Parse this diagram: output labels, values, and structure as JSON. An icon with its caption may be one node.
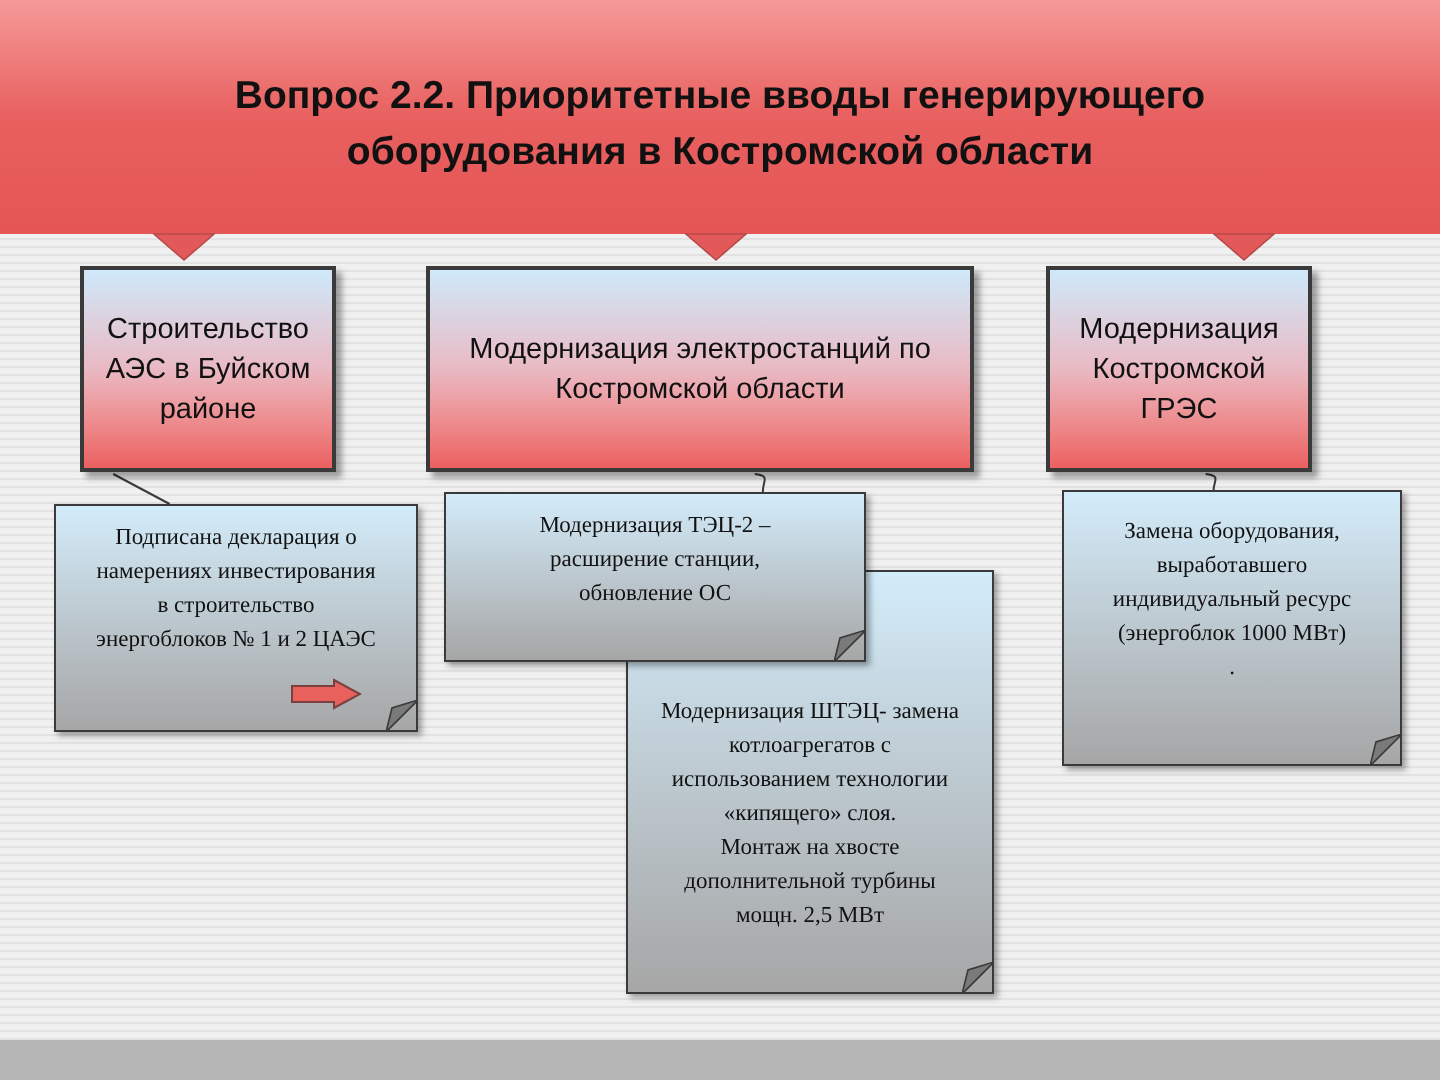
{
  "diagram": {
    "title": "Вопрос 2.2. Приоритетные вводы генерирующего оборудования в Костромской области",
    "nodes": [
      {
        "text": [
          "Строительство АЭС в Буйском районе"
        ]
      },
      {
        "text": [
          "Модернизация электростанций по Костромской области"
        ]
      },
      {
        "text": [
          "Модернизация Костромской ГРЭС"
        ]
      },
      {
        "text": [
          "Подписана декларация о намерениях инвестирования в строительство энергоблоков № 1 и 2 ЦАЭС"
        ]
      },
      {
        "text": [
          "Модернизация ТЭЦ-2 – расширение станции, обновление ОС"
        ]
      },
      {
        "text": [
          "Модернизация ШТЭЦ- замена котлоагрегатов с использованием технологии «кипящего» слоя.",
          "Монтаж на хвосте дополнительной турбины мощн. 2,5 МВт"
        ]
      },
      {
        "text": [
          "Замена оборудования, выработавшего индивидуальный ресурс (энергоблок 1000 МВт)",
          "."
        ]
      }
    ],
    "edges": [
      {
        "from": 0,
        "to": 3,
        "arrow": "none"
      },
      {
        "from": 1,
        "to": 4,
        "arrow": "none"
      },
      {
        "from": 2,
        "to": 6,
        "arrow": "none"
      }
    ]
  }
}
